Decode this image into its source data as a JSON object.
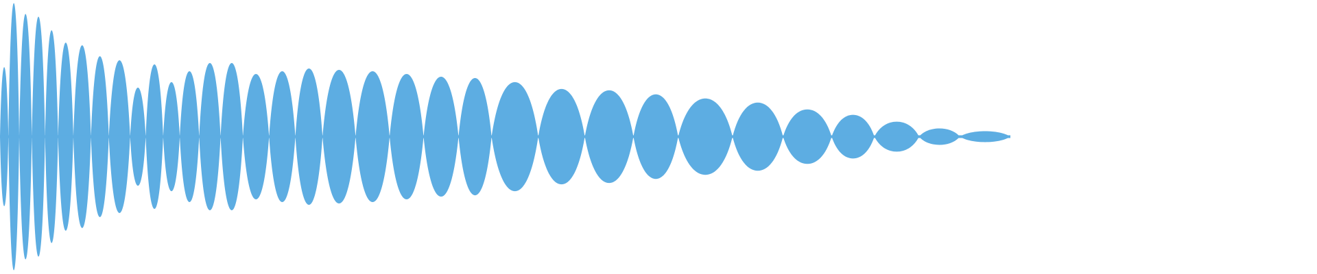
{
  "waveform": {
    "color": "#5dade2",
    "background": "#ffffff",
    "lobes": [
      {
        "end": 0.0083,
        "amp": 0.51
      },
      {
        "end": 0.019,
        "amp": 0.98
      },
      {
        "end": 0.0315,
        "amp": 0.9
      },
      {
        "end": 0.0446,
        "amp": 0.88
      },
      {
        "end": 0.0575,
        "amp": 0.78
      },
      {
        "end": 0.0726,
        "amp": 0.69
      },
      {
        "end": 0.09,
        "amp": 0.67
      },
      {
        "end": 0.1077,
        "amp": 0.59
      },
      {
        "end": 0.1288,
        "amp": 0.56
      },
      {
        "end": 0.1442,
        "amp": 0.36
      },
      {
        "end": 0.1615,
        "amp": 0.53
      },
      {
        "end": 0.1779,
        "amp": 0.4
      },
      {
        "end": 0.1971,
        "amp": 0.48
      },
      {
        "end": 0.2183,
        "amp": 0.54
      },
      {
        "end": 0.2404,
        "amp": 0.54
      },
      {
        "end": 0.2663,
        "amp": 0.46
      },
      {
        "end": 0.2923,
        "amp": 0.48
      },
      {
        "end": 0.3192,
        "amp": 0.5
      },
      {
        "end": 0.3519,
        "amp": 0.49
      },
      {
        "end": 0.3856,
        "amp": 0.48
      },
      {
        "end": 0.4192,
        "amp": 0.46
      },
      {
        "end": 0.4538,
        "amp": 0.44
      },
      {
        "end": 0.4865,
        "amp": 0.43
      },
      {
        "end": 0.5327,
        "amp": 0.4
      },
      {
        "end": 0.5788,
        "amp": 0.35
      },
      {
        "end": 0.6269,
        "amp": 0.34
      },
      {
        "end": 0.6712,
        "amp": 0.31
      },
      {
        "end": 0.725,
        "amp": 0.28
      },
      {
        "end": 0.775,
        "amp": 0.25
      },
      {
        "end": 0.8231,
        "amp": 0.2
      },
      {
        "end": 0.8654,
        "amp": 0.16
      },
      {
        "end": 0.9096,
        "amp": 0.11
      },
      {
        "end": 0.95,
        "amp": 0.06
      },
      {
        "end": 1.0,
        "amp": 0.04
      }
    ],
    "tail_amp": 0.01
  }
}
